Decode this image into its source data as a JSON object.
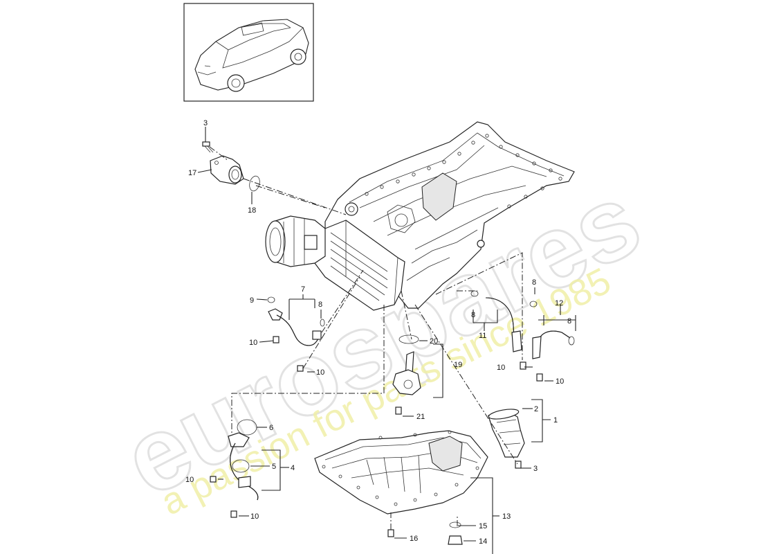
{
  "watermark": {
    "brand": "eurospares",
    "tagline": "a passion for parts since 1985"
  },
  "callouts": [
    {
      "id": "c3a",
      "label": "3"
    },
    {
      "id": "c17",
      "label": "17"
    },
    {
      "id": "c18",
      "label": "18"
    },
    {
      "id": "c7",
      "label": "7"
    },
    {
      "id": "c9",
      "label": "9"
    },
    {
      "id": "c8a",
      "label": "8"
    },
    {
      "id": "c10a",
      "label": "10"
    },
    {
      "id": "c10b",
      "label": "10"
    },
    {
      "id": "c20",
      "label": "20"
    },
    {
      "id": "c19",
      "label": "19"
    },
    {
      "id": "c21",
      "label": "21"
    },
    {
      "id": "c6",
      "label": "6"
    },
    {
      "id": "c5",
      "label": "5"
    },
    {
      "id": "c4",
      "label": "4"
    },
    {
      "id": "c10c",
      "label": "10"
    },
    {
      "id": "c10d",
      "label": "10"
    },
    {
      "id": "c8b",
      "label": "8"
    },
    {
      "id": "c11",
      "label": "11"
    },
    {
      "id": "c8c",
      "label": "8"
    },
    {
      "id": "c12",
      "label": "12"
    },
    {
      "id": "c8d",
      "label": "8"
    },
    {
      "id": "c10e",
      "label": "10"
    },
    {
      "id": "c10f",
      "label": "10"
    },
    {
      "id": "c2",
      "label": "2"
    },
    {
      "id": "c1",
      "label": "1"
    },
    {
      "id": "c3b",
      "label": "3"
    },
    {
      "id": "c13",
      "label": "13"
    },
    {
      "id": "c15",
      "label": "15"
    },
    {
      "id": "c16",
      "label": "16"
    },
    {
      "id": "c14",
      "label": "14"
    }
  ],
  "colors": {
    "line": "#222222",
    "watermark": "#d8d8d8",
    "watermark_tagline": "#f1f0b0"
  }
}
